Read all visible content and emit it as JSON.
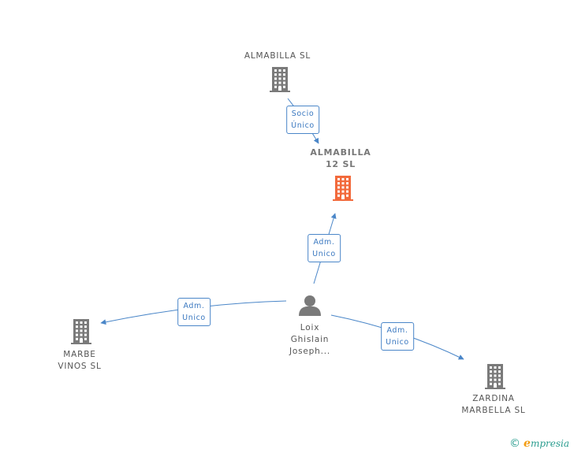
{
  "colors": {
    "building": "#7a7a7a",
    "building_focus": "#f26a3c",
    "person": "#7a7a7a",
    "edge": "#4a86c8"
  },
  "nodes": [
    {
      "id": "almabilla-sl",
      "kind": "company",
      "lines": [
        "ALMABILLA SL"
      ],
      "focus": false
    },
    {
      "id": "almabilla-12-sl",
      "kind": "company",
      "lines": [
        "ALMABILLA",
        "12 SL"
      ],
      "focus": true
    },
    {
      "id": "loix-ghislain",
      "kind": "person",
      "lines": [
        "Loix",
        "Ghislain",
        "Joseph..."
      ],
      "focus": false
    },
    {
      "id": "marbe-vinos-sl",
      "kind": "company",
      "lines": [
        "MARBE",
        "VINOS SL"
      ],
      "focus": false
    },
    {
      "id": "zardina-marbella-sl",
      "kind": "company",
      "lines": [
        "ZARDINA",
        "MARBELLA SL"
      ],
      "focus": false
    }
  ],
  "edges": [
    {
      "from": "almabilla-sl",
      "to": "almabilla-12-sl",
      "label": [
        "Socio",
        "Único"
      ]
    },
    {
      "from": "loix-ghislain",
      "to": "almabilla-12-sl",
      "label": [
        "Adm.",
        "Unico"
      ]
    },
    {
      "from": "loix-ghislain",
      "to": "marbe-vinos-sl",
      "label": [
        "Adm.",
        "Unico"
      ]
    },
    {
      "from": "loix-ghislain",
      "to": "zardina-marbella-sl",
      "label": [
        "Adm.",
        "Unico"
      ]
    }
  ],
  "footer": {
    "copyright_symbol": "©",
    "brand_initial": "e",
    "brand_rest": "mpresia"
  }
}
